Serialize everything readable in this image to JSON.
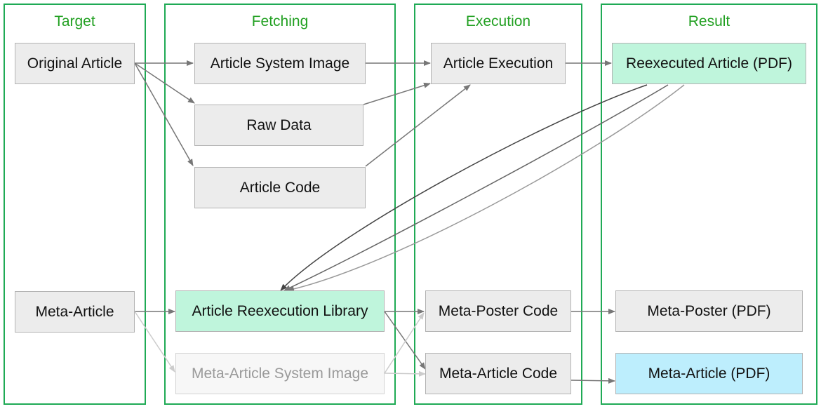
{
  "columns": {
    "target": "Target",
    "fetching": "Fetching",
    "execution": "Execution",
    "result": "Result"
  },
  "nodes": {
    "original_article": "Original Article",
    "meta_article": "Meta-Article",
    "article_system_image": "Article System Image",
    "raw_data": "Raw Data",
    "article_code": "Article Code",
    "article_reexecution_library": "Article Reexecution Library",
    "meta_article_system_image": "Meta-Article System Image",
    "article_execution": "Article Execution",
    "meta_poster_code": "Meta-Poster Code",
    "meta_article_code": "Meta-Article Code",
    "reexecuted_article_pdf": "Reexecuted Article (PDF)",
    "meta_poster_pdf": "Meta-Poster (PDF)",
    "meta_article_pdf": "Meta-Article (PDF)"
  },
  "colors": {
    "column_border": "#1faa55",
    "column_title": "#22a022",
    "node_default": "#ececec",
    "node_green": "#bff5dc",
    "node_blue": "#bdeefd",
    "node_faded": "#f7f7f7",
    "edge": "#777777",
    "edge_faded": "#cccccc"
  }
}
